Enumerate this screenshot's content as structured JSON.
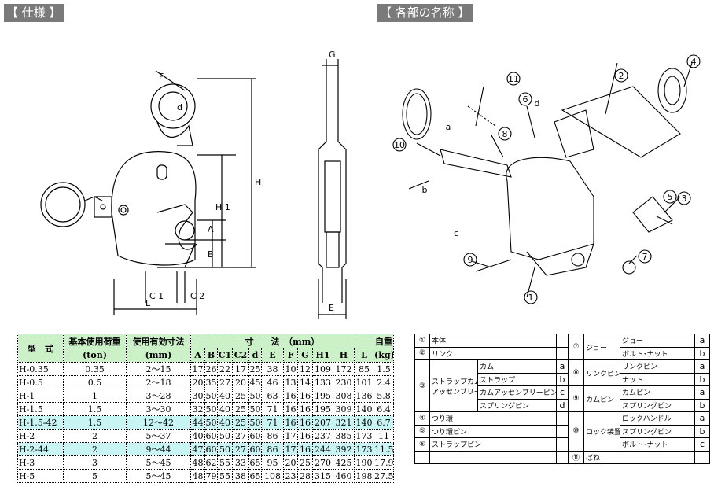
{
  "headings": {
    "spec": "【 仕様 】",
    "parts": "【 各部の名称 】"
  },
  "spec_drawing": {
    "labels": {
      "F": "F",
      "d": "d",
      "H": "H",
      "H1": "H 1",
      "A": "A",
      "B": "B",
      "C1": "C 1",
      "C2": "C 2",
      "L": "L",
      "G": "G",
      "E": "E"
    }
  },
  "parts_drawing": {
    "callouts": [
      "1",
      "2",
      "3",
      "4",
      "5",
      "6",
      "7",
      "8",
      "9",
      "10",
      "11"
    ],
    "letters": [
      "a",
      "b",
      "c",
      "d"
    ]
  },
  "spec_table": {
    "headers": {
      "model": "型　式",
      "load": "基本使用荷重",
      "load_unit": "(ton)",
      "range": "使用有効寸法",
      "range_unit": "(mm)",
      "dims": "寸　　法　（mm）",
      "weight": "自重",
      "weight_unit": "(kg)"
    },
    "dim_cols": [
      "A",
      "B",
      "C1",
      "C2",
      "d",
      "E",
      "F",
      "G",
      "H1",
      "H",
      "L"
    ],
    "rows": [
      {
        "model": "H-0.35",
        "load": "0.35",
        "range": "2～15",
        "dims": [
          "17",
          "26",
          "22",
          "17",
          "25",
          "38",
          "10",
          "12",
          "109",
          "172",
          "85"
        ],
        "weight": "1.5",
        "hl": false
      },
      {
        "model": "H-0.5",
        "load": "0.5",
        "range": "2～18",
        "dims": [
          "20",
          "35",
          "27",
          "20",
          "45",
          "46",
          "13",
          "14",
          "133",
          "230",
          "101"
        ],
        "weight": "2.4",
        "hl": false
      },
      {
        "model": "H-1",
        "load": "1",
        "range": "3～28",
        "dims": [
          "30",
          "50",
          "40",
          "25",
          "50",
          "63",
          "16",
          "16",
          "195",
          "308",
          "136"
        ],
        "weight": "5.8",
        "hl": false
      },
      {
        "model": "H-1.5",
        "load": "1.5",
        "range": "3～30",
        "dims": [
          "32",
          "50",
          "40",
          "25",
          "50",
          "71",
          "16",
          "16",
          "195",
          "309",
          "140"
        ],
        "weight": "6.4",
        "hl": false
      },
      {
        "model": "H-1.5-42",
        "load": "1.5",
        "range": "12～42",
        "dims": [
          "44",
          "50",
          "40",
          "25",
          "50",
          "71",
          "16",
          "16",
          "207",
          "321",
          "140"
        ],
        "weight": "6.7",
        "hl": true
      },
      {
        "model": "H-2",
        "load": "2",
        "range": "5～37",
        "dims": [
          "40",
          "60",
          "50",
          "27",
          "60",
          "86",
          "17",
          "16",
          "237",
          "385",
          "173"
        ],
        "weight": "11",
        "hl": false
      },
      {
        "model": "H-2-44",
        "load": "2",
        "range": "9～44",
        "dims": [
          "47",
          "60",
          "50",
          "27",
          "60",
          "86",
          "17",
          "16",
          "244",
          "392",
          "173"
        ],
        "weight": "11.5",
        "hl": true
      },
      {
        "model": "H-3",
        "load": "3",
        "range": "5～45",
        "dims": [
          "48",
          "62",
          "55",
          "33",
          "65",
          "95",
          "20",
          "25",
          "270",
          "425",
          "190"
        ],
        "weight": "17.9",
        "hl": false
      },
      {
        "model": "H-5",
        "load": "5",
        "range": "5～45",
        "dims": [
          "48",
          "79",
          "55",
          "38",
          "65",
          "108",
          "23",
          "28",
          "315",
          "460",
          "198"
        ],
        "weight": "27.5",
        "hl": false
      }
    ]
  },
  "parts_table": {
    "p1": "①",
    "p1_name": "本体",
    "p2": "②",
    "p2_name": "リンク",
    "p3": "③",
    "p3_name_1": "ストラップカム",
    "p3_name_2": "アッセンブリー",
    "p3_subs": [
      {
        "name": "カム",
        "l": "a"
      },
      {
        "name": "ストラップ",
        "l": "b"
      },
      {
        "name": "カムアッセンブリーピン",
        "l": "c"
      },
      {
        "name": "スプリングピン",
        "l": "d"
      }
    ],
    "p4": "④",
    "p4_name": "つり環",
    "p5": "⑤",
    "p5_name": "つり環ピン",
    "p6": "⑥",
    "p6_name": "ストラップピン",
    "p7": "⑦",
    "p7_name": "ジョー",
    "p7_subs": [
      {
        "name": "ジョー",
        "l": "a"
      },
      {
        "name": "ボルト･ナット",
        "l": "b"
      }
    ],
    "p8": "⑧",
    "p8_name": "リンクピン",
    "p8_subs": [
      {
        "name": "リンクピン",
        "l": "a"
      },
      {
        "name": "ナット",
        "l": "b"
      }
    ],
    "p9": "⑨",
    "p9_name": "カムピン",
    "p9_subs": [
      {
        "name": "カムピン",
        "l": "a"
      },
      {
        "name": "スプリングピン",
        "l": "b"
      }
    ],
    "p10": "⑩",
    "p10_name": "ロック装置",
    "p10_subs": [
      {
        "name": "ロックハンドル",
        "l": "a"
      },
      {
        "name": "スプリングピン",
        "l": "b"
      },
      {
        "name": "ボルト･ナット",
        "l": "c"
      }
    ],
    "p11": "⑪",
    "p11_name": "ばね"
  }
}
